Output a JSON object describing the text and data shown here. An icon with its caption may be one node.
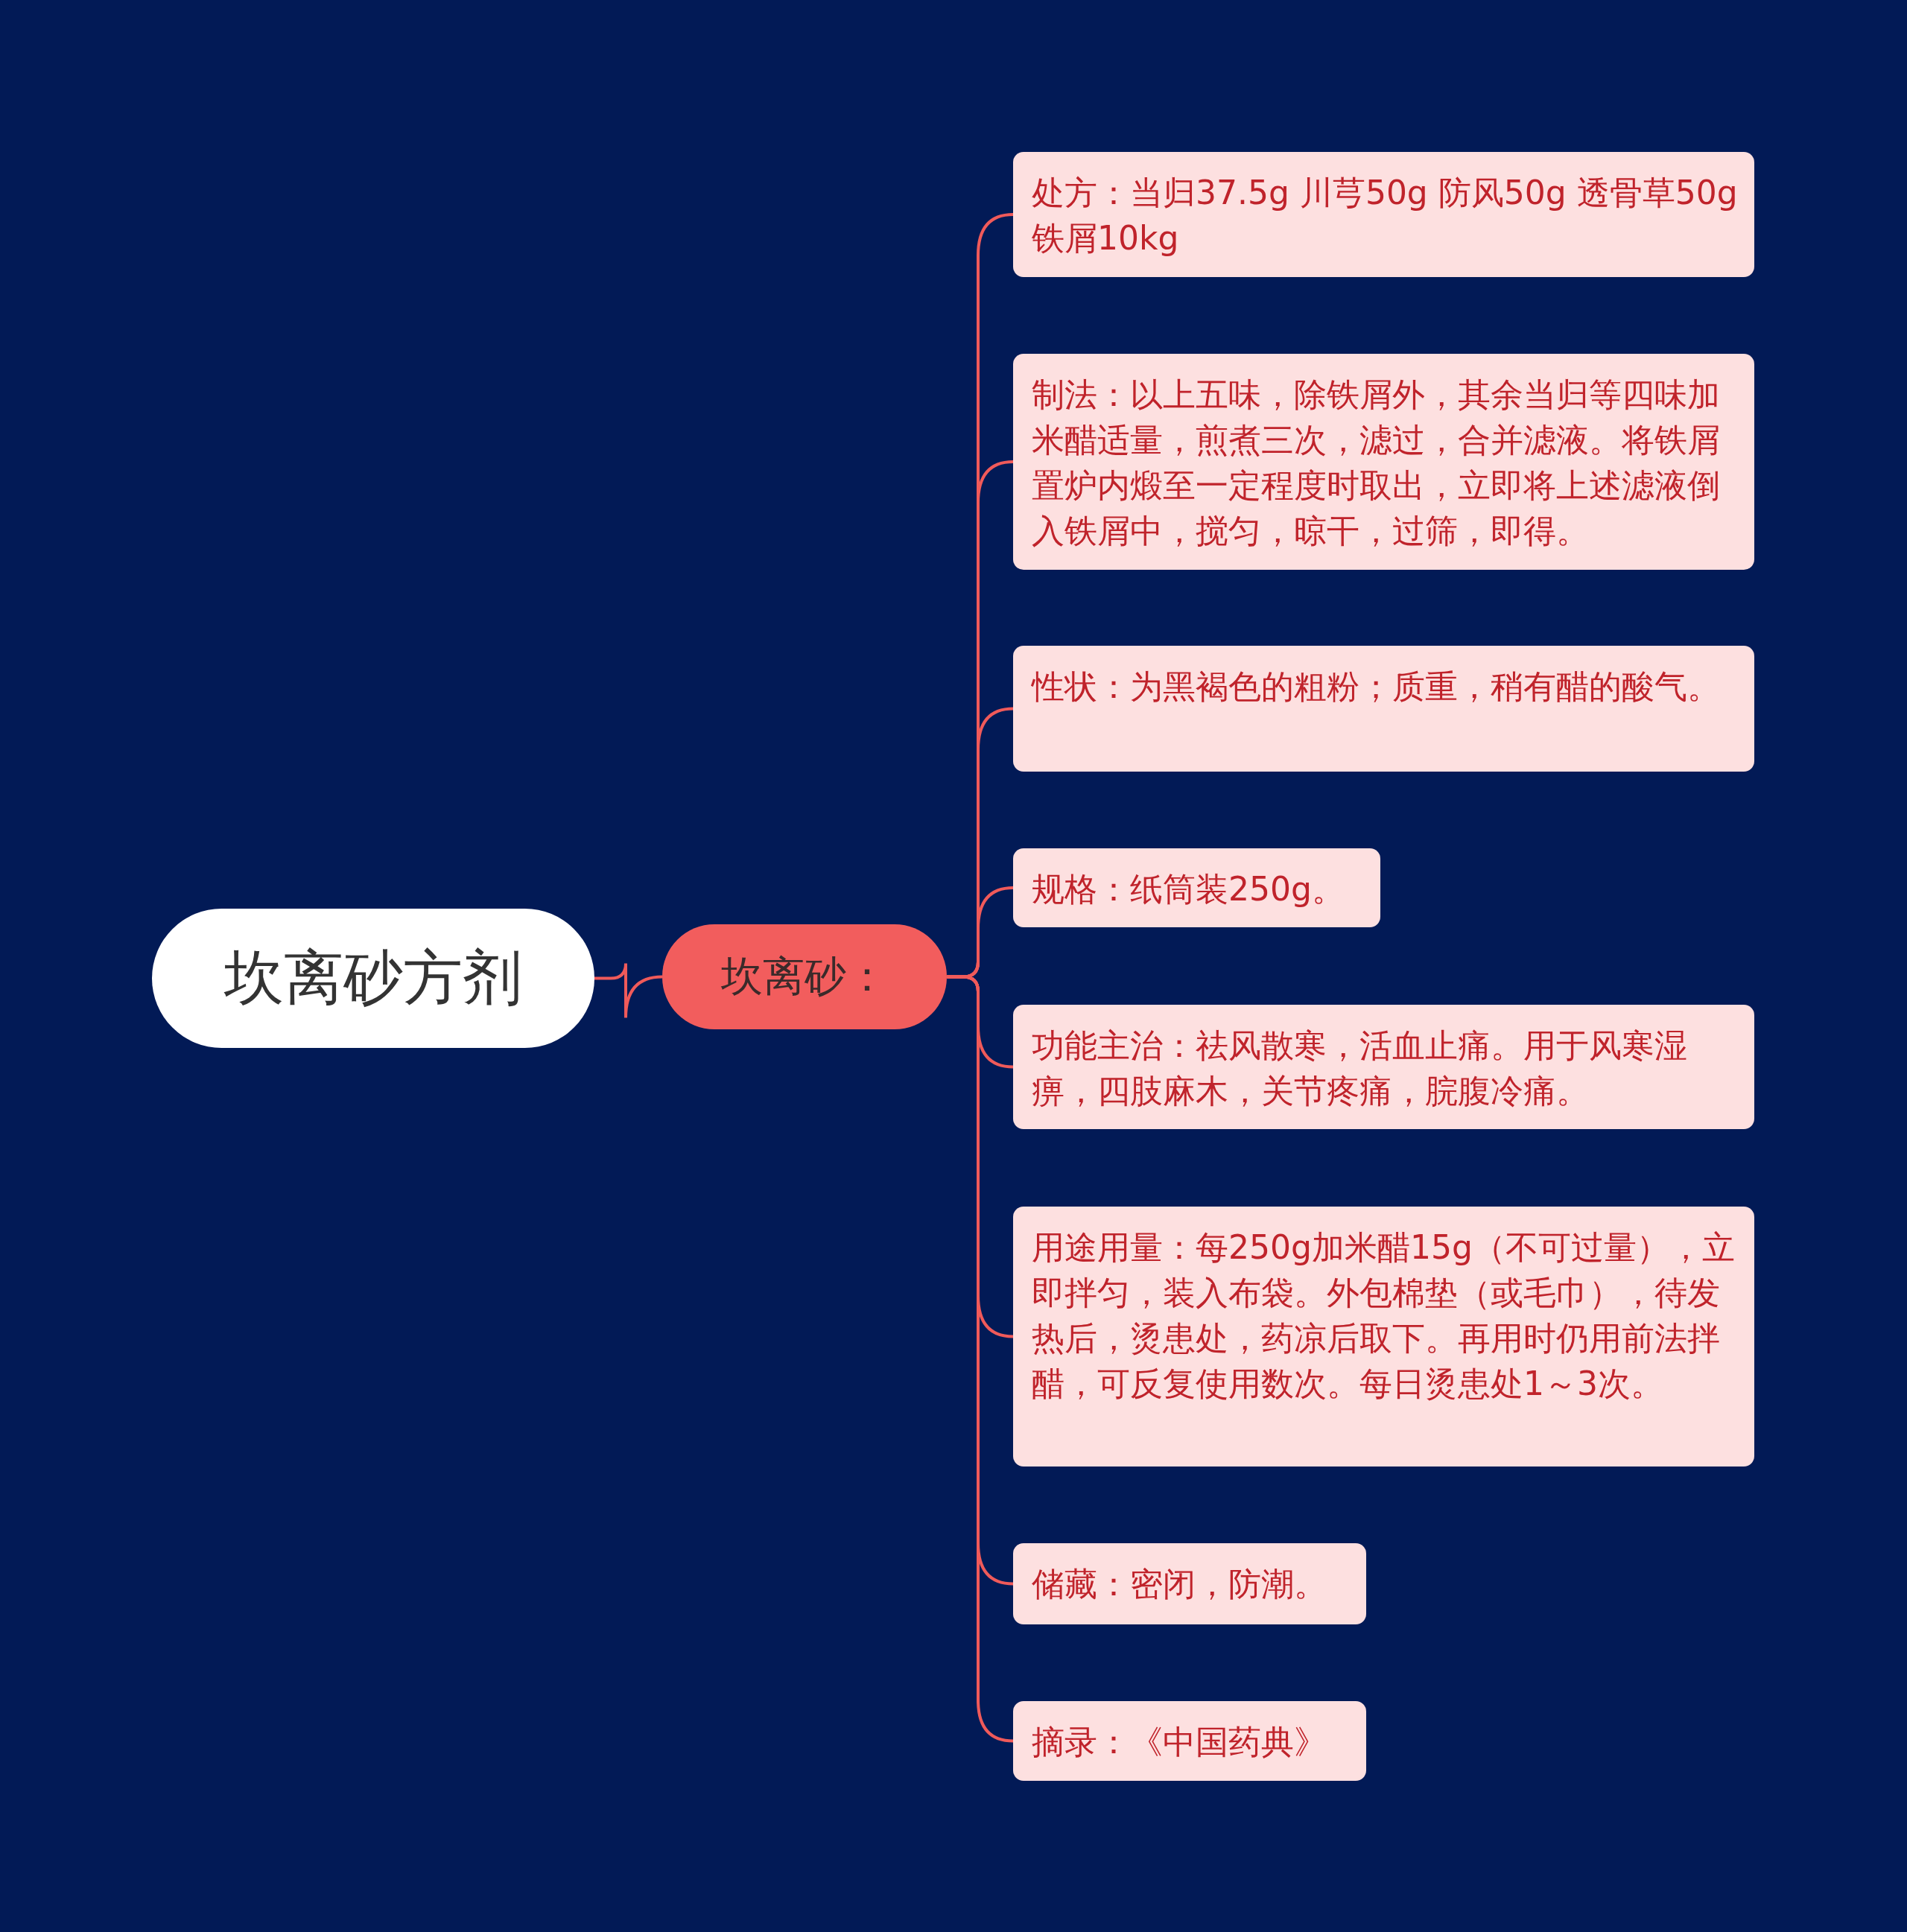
{
  "diagram": {
    "nodes": [
      {
        "text": [
          "坎离砂方剂"
        ]
      },
      {
        "text": [
          "坎离砂："
        ]
      },
      {
        "text": [
          "处方：当归37.5g 川芎50g 防风50g 透骨草50g 铁屑10kg"
        ]
      },
      {
        "text": [
          "制法：以上五味，除铁屑外，其余当归等四味加米醋适量，煎煮三次，滤过，合并滤液。将铁屑置炉内煅至一定程度时取出，立即将上述滤液倒入铁屑中，搅匀，晾干，过筛，即得。"
        ]
      },
      {
        "text": [
          "性状：为黑褐色的粗粉；质重，稍有醋的酸气。"
        ]
      },
      {
        "text": [
          "规格：纸筒装250g。"
        ]
      },
      {
        "text": [
          "功能主治：祛风散寒，活血止痛。用于风寒湿痹，四肢麻木，关节疼痛，脘腹冷痛。"
        ]
      },
      {
        "text": [
          "用途用量：每250g加米醋15g（不可过量），立即拌匀，装入布袋。外包棉垫（或毛巾），待发热后，烫患处，药凉后取下。再用时仍用前法拌醋，可反复使用数次。每日烫患处1～3次。"
        ]
      },
      {
        "text": [
          "储藏：密闭，防潮。"
        ]
      },
      {
        "text": [
          "摘录：《中国药典》"
        ]
      }
    ],
    "edges": [
      {
        "from": 0,
        "to": 1,
        "arrow": "none"
      },
      {
        "from": 1,
        "to": 2,
        "arrow": "none"
      },
      {
        "from": 1,
        "to": 3,
        "arrow": "none"
      },
      {
        "from": 1,
        "to": 4,
        "arrow": "none"
      },
      {
        "from": 1,
        "to": 5,
        "arrow": "none"
      },
      {
        "from": 1,
        "to": 6,
        "arrow": "none"
      },
      {
        "from": 1,
        "to": 7,
        "arrow": "none"
      },
      {
        "from": 1,
        "to": 8,
        "arrow": "none"
      },
      {
        "from": 1,
        "to": 9,
        "arrow": "none"
      }
    ]
  }
}
